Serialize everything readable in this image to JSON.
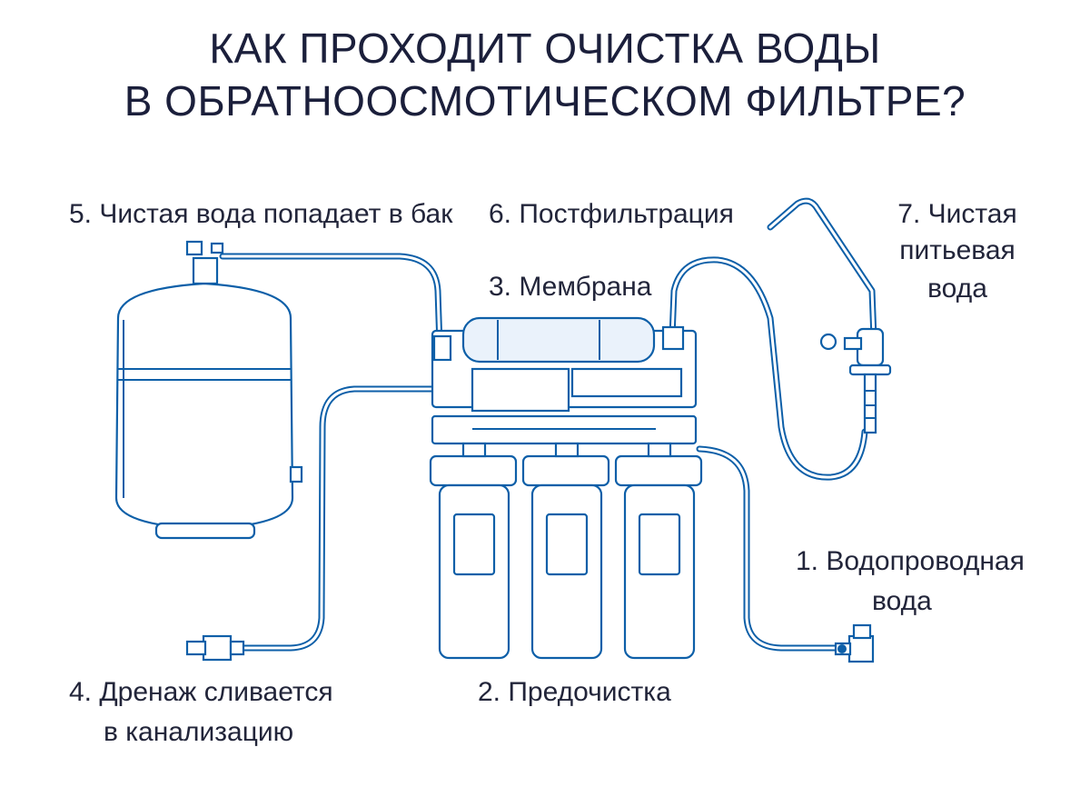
{
  "title": {
    "line1": "КАК ПРОХОДИТ ОЧИСТКА ВОДЫ",
    "line2": "В ОБРАТНООСМОТИЧЕСКОМ ФИЛЬТРЕ?"
  },
  "labels": {
    "step1_line1": "1. Водопроводная",
    "step1_line2": "вода",
    "step2": "2. Предочистка",
    "step3": "3. Мембрана",
    "step4_line1": "4. Дренаж сливается",
    "step4_line2": "в канализацию",
    "step5": "5. Чистая вода попадает в бак",
    "step6": "6. Постфильтрация",
    "step7_line1": "7. Чистая",
    "step7_line2": "питьевая",
    "step7_line3": "вода"
  },
  "colors": {
    "line": "#0d5fa8",
    "title": "#1b1f3b"
  }
}
